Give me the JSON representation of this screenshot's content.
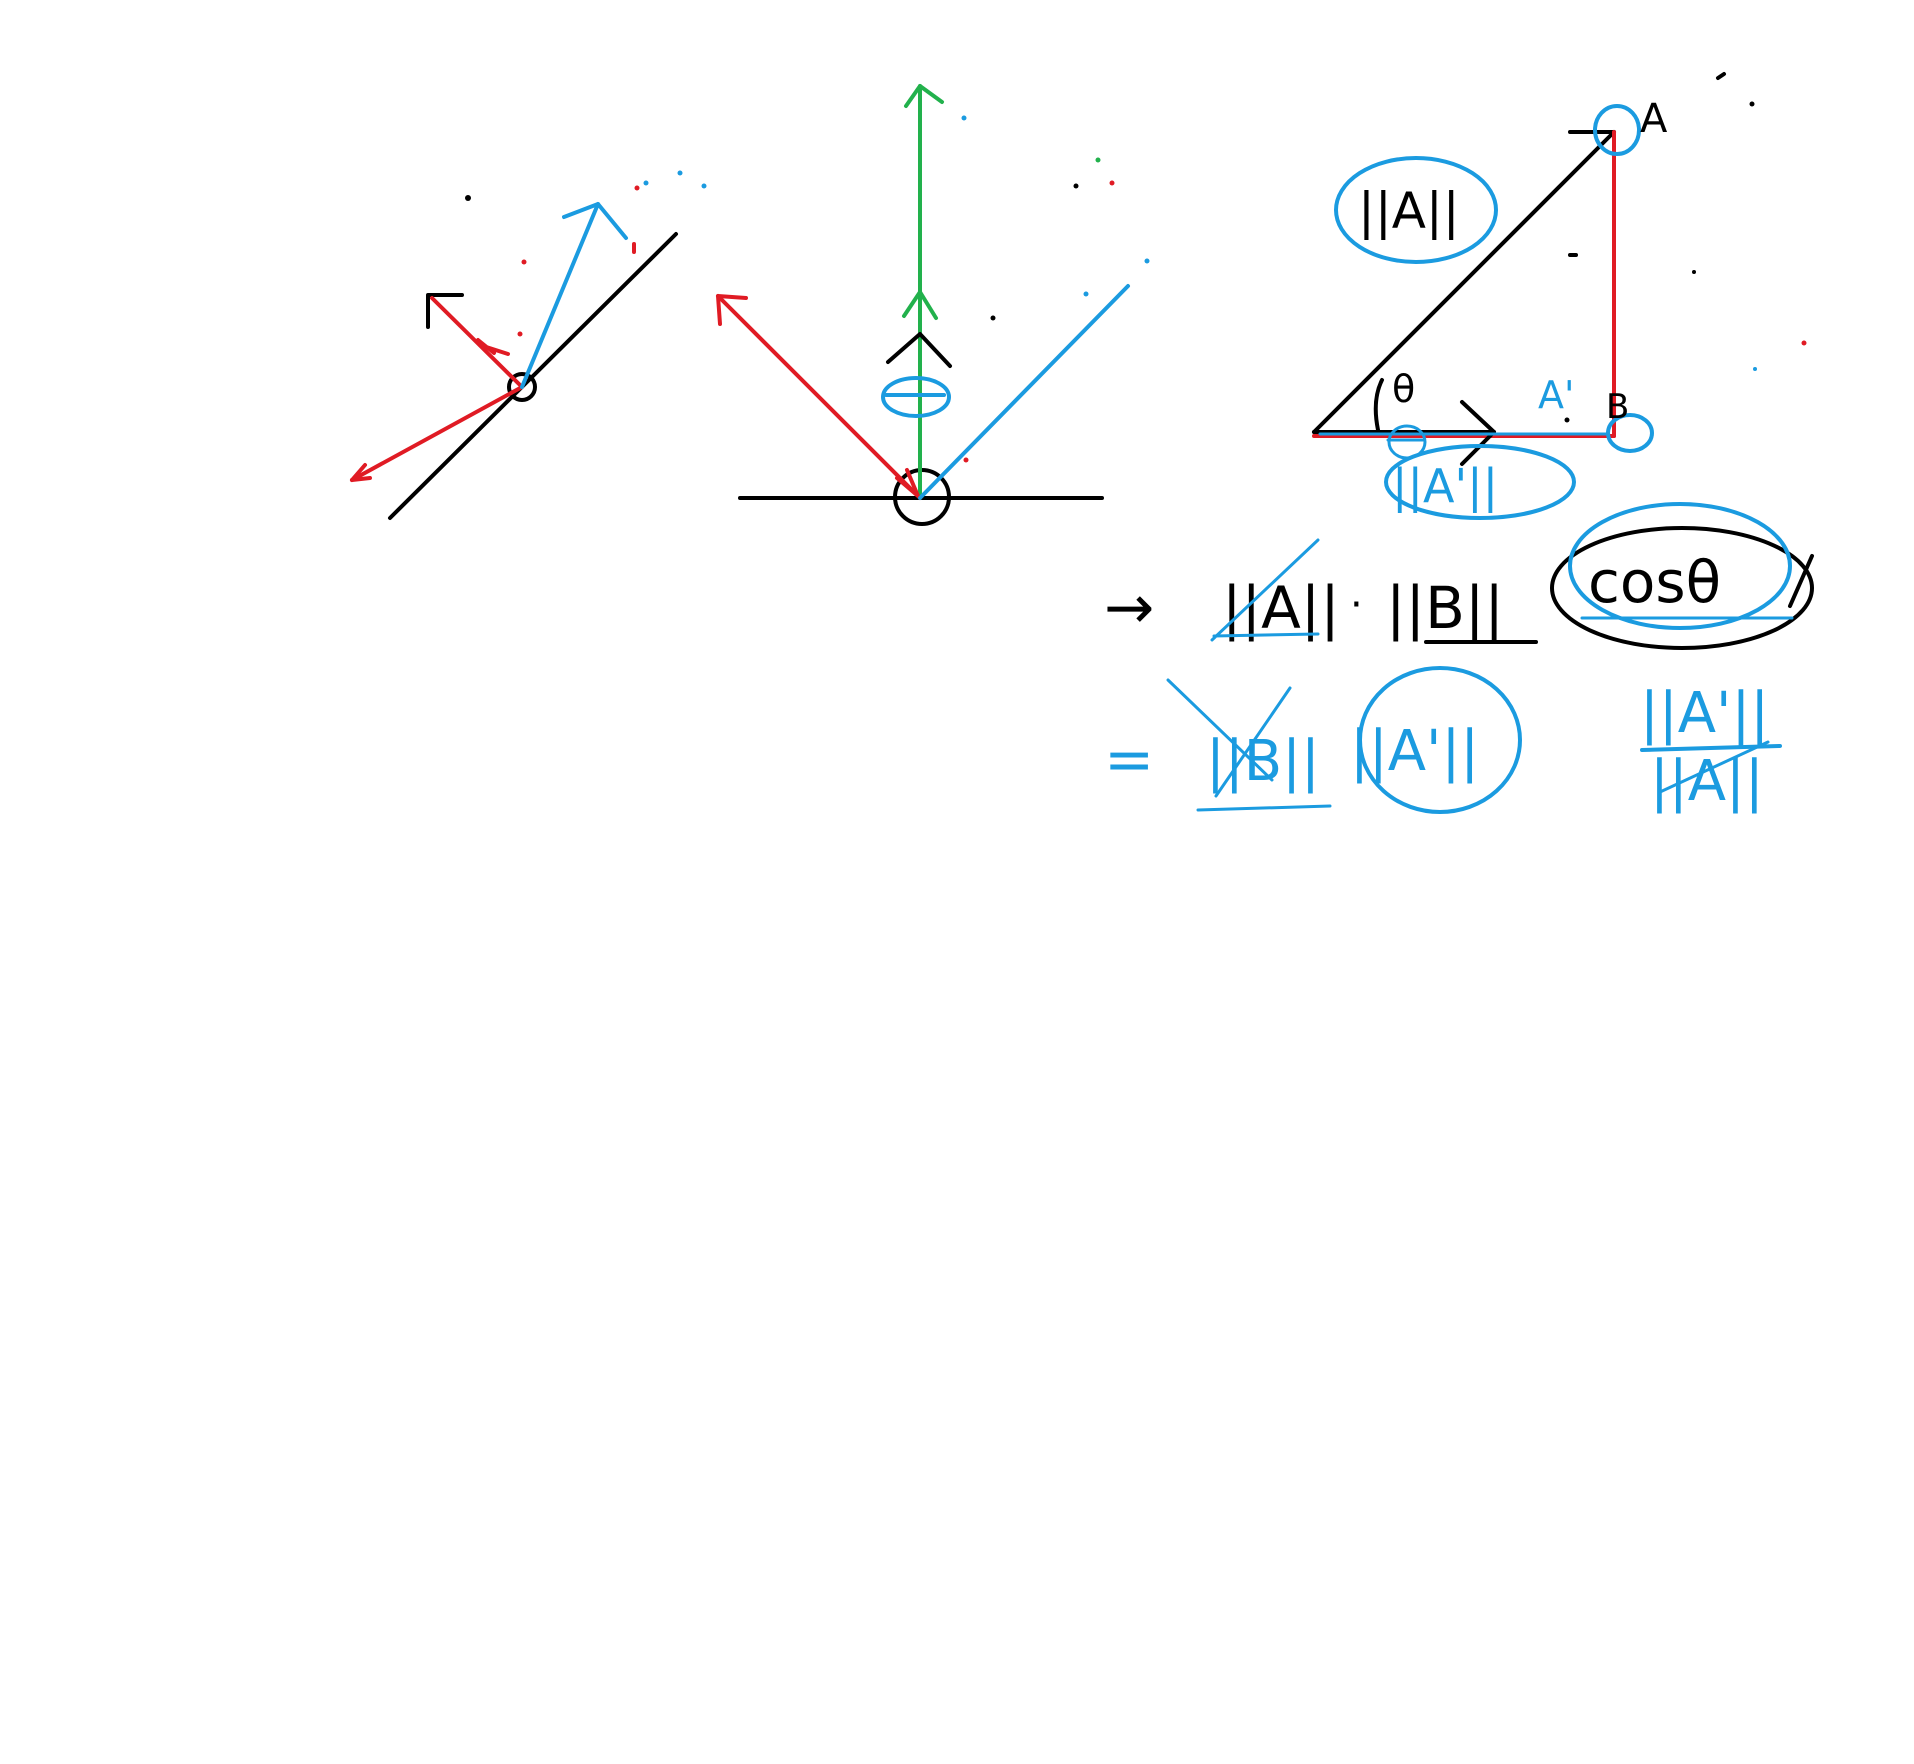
{
  "canvas": {
    "background": "#ffffff",
    "ink_colors": {
      "black": "#000000",
      "red": "#e01b24",
      "blue": "#1b9be0",
      "green": "#22b14c"
    }
  },
  "labels": {
    "norm_a": "||A||",
    "theta_1": "θ",
    "theta_2": "θ",
    "point_a": "A",
    "point_a_prime": "A'",
    "point_b": "B",
    "norm_a_prime": "||A'||",
    "formula_arrow": "→",
    "formula_norm_a": "||A||",
    "formula_dot": "·",
    "formula_norm_b": "||B||",
    "formula_cos": "cosθ",
    "eq_sign": "=",
    "eq_norm_b": "||B||",
    "eq_norm_a_prime": "||A'||",
    "frac_num": "||A'||",
    "frac_den": "||A||"
  }
}
